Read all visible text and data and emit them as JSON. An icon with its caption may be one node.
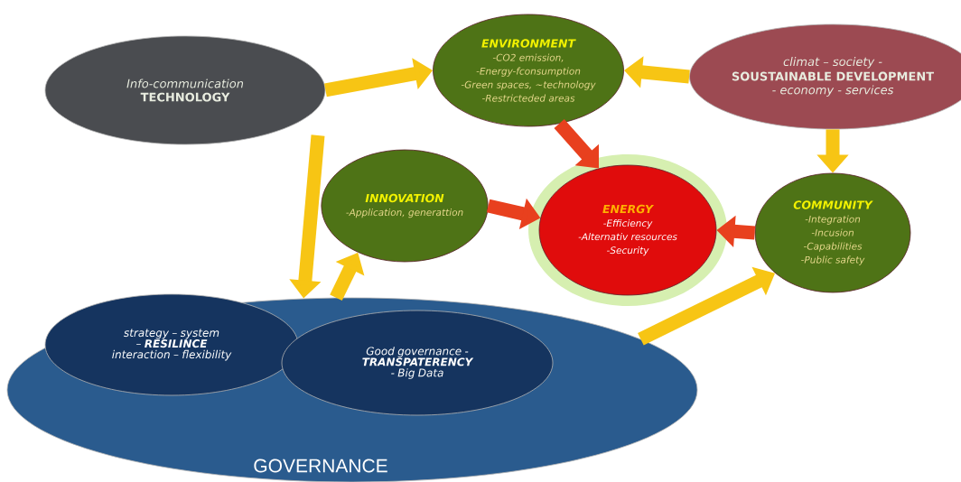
{
  "diagram": {
    "nodes": [
      {
        "text": [
          "Info-communication",
          "TECHNOLOGY"
        ]
      },
      {
        "text": [
          "ENVIRONMENT",
          "-CO2 emission,",
          "-Energy-fconsumption",
          "-Green spaces, ~technology",
          "-Restricteded areas"
        ]
      },
      {
        "text": [
          "climat – society -",
          "SOUSTAINABLE DEVELOPMENT",
          "- economy - services"
        ]
      },
      {
        "text": [
          "INNOVATION",
          "-Application, generattion"
        ]
      },
      {
        "text": [
          "ENERGY",
          "-Efficiency",
          "-Alternativ resources",
          "-Security"
        ]
      },
      {
        "text": [
          "COMMUNITY",
          "-Integration",
          "-Incusion",
          "-Capabilities",
          "-Public safety"
        ]
      },
      {
        "text": [
          "GOVERNANCE"
        ]
      },
      {
        "text": [
          "strategy – system – **RESILINCE** interaction – flexibility"
        ],
        "in": 6
      },
      {
        "text": [
          "Good governance - **TRANSPATERENCY** - Big Data"
        ],
        "in": 6
      }
    ],
    "edges": [
      {
        "from": 0,
        "to": 1,
        "arrow": "to"
      },
      {
        "from": 2,
        "to": 1,
        "arrow": "to"
      },
      {
        "from": null,
        "to": 6,
        "arrow": "to"
      },
      {
        "from": 6,
        "to": 3,
        "arrow": "to"
      },
      {
        "from": 6,
        "to": 5,
        "arrow": "to"
      },
      {
        "from": 2,
        "to": 5,
        "arrow": "to"
      },
      {
        "from": 1,
        "to": 4,
        "arrow": "to",
        "color": "#e8401e"
      },
      {
        "from": 3,
        "to": 4,
        "arrow": "to",
        "color": "#e8401e"
      },
      {
        "from": 5,
        "to": 4,
        "arrow": "to",
        "color": "#e8401e"
      }
    ]
  }
}
